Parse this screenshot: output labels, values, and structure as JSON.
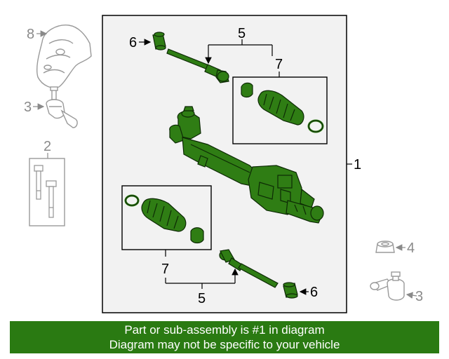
{
  "callouts": {
    "c8": "8",
    "c3_top": "3",
    "c2": "2",
    "c6_top": "6",
    "c5_top": "5",
    "c7_top": "7",
    "c1": "1",
    "c7_bottom": "7",
    "c5_bottom": "5",
    "c6_bottom": "6",
    "c4": "4",
    "c3_bottom": "3"
  },
  "banner": {
    "line1": "Part or sub-assembly is #1 in diagram",
    "line2": "Diagram may not be specific to your vehicle"
  },
  "colors": {
    "highlight_green": "#2f7d14",
    "banner_green": "#2a7a12",
    "panel_bg": "#f2f2f2",
    "other_parts_grey": "#a0a0a0"
  }
}
